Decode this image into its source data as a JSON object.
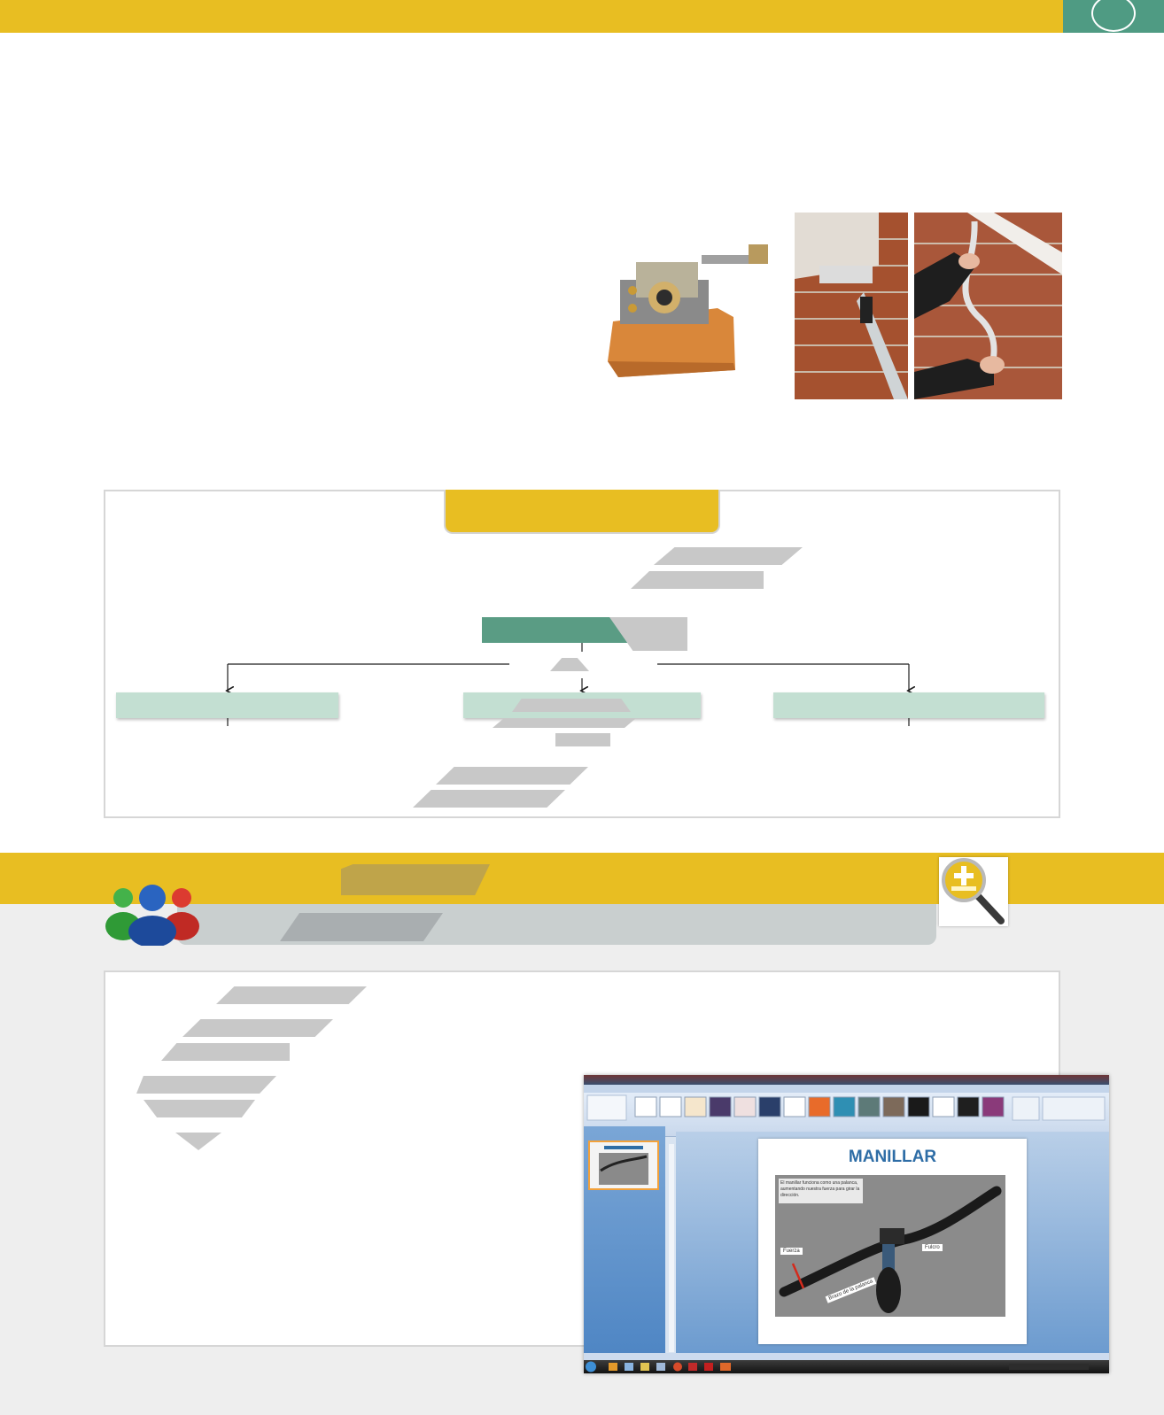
{
  "header": {
    "band_color": "#e8be22",
    "tab_color": "#4f9b83"
  },
  "photos": {
    "music_box_icon": "music-box-mechanism-photo",
    "crank1_icon": "hand-crank-awning-photo",
    "crank2_icon": "hand-crank-rod-photo"
  },
  "concept_map": {
    "title_color": "#e8be22",
    "central_color": "#5a9c84",
    "node_color": "#c3dfd2"
  },
  "activity": {
    "band_color": "#e8be22",
    "group_icon": "group-people-icon",
    "web_icon": "www-magnifier-icon"
  },
  "presentation": {
    "slide_title": "MANILLAR",
    "slide_note": "El manillar funciona como una palanca, aumentando nuestra fuerza para girar la dirección.",
    "label_fuerza": "Fuerza",
    "label_fulcro": "Fulcro",
    "label_brazo": "Brazo de la palanca"
  }
}
